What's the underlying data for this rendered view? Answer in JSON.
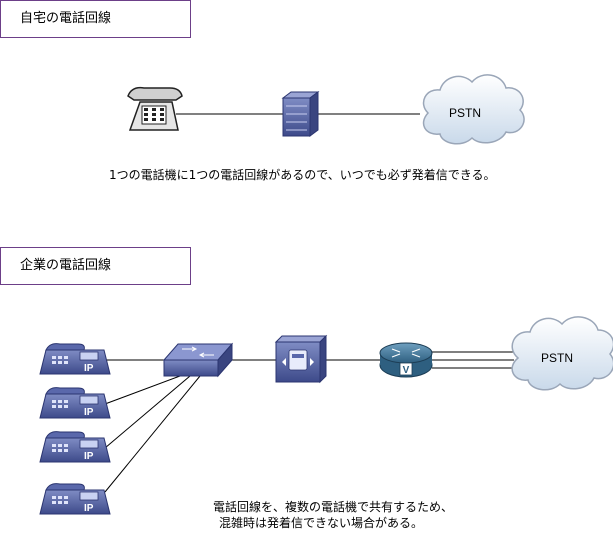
{
  "home": {
    "title": "自宅の電話回線",
    "cloud_label": "PSTN",
    "caption": "1つの電話機に1つの電話回線があるので、いつでも必ず発着信できる。"
  },
  "corporate": {
    "title": "企業の電話回線",
    "cloud_label": "PSTN",
    "ip_phone_label": "IP",
    "gateway_label": "V",
    "caption_line1": "電話回線を、複数の電話機で共有するため、",
    "caption_line2": "混雑時は発着信できない場合がある。"
  },
  "colors": {
    "title_border": "#6c3f88",
    "device_blue": "#4b5a9c",
    "cloud_fill": "#dfeaf4",
    "cloud_stroke": "#9aa6b8"
  }
}
